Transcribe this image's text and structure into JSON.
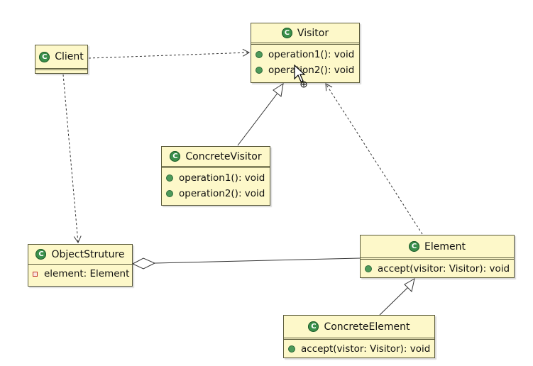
{
  "classes": {
    "visitor": {
      "name": "Visitor",
      "methods": [
        "operation1(): void",
        "operation2(): void"
      ]
    },
    "client": {
      "name": "Client"
    },
    "concrete_visitor": {
      "name": "ConcreteVisitor",
      "methods": [
        "operation1(): void",
        "operation2(): void"
      ]
    },
    "object_structure": {
      "name": "ObjectStruture",
      "attributes": [
        "element: Element"
      ]
    },
    "element": {
      "name": "Element",
      "methods": [
        "accept(visitor: Visitor): void"
      ]
    },
    "concrete_element": {
      "name": "ConcreteElement",
      "methods": [
        "accept(vistor: Visitor): void"
      ]
    }
  },
  "icons": {
    "class_icon_glyph": "C",
    "class_icon_color": "#3a8f4a",
    "method_dot_color": "#4d9a5a",
    "private_field_color": "#c0392b"
  },
  "relations": [
    {
      "from": "Client",
      "to": "Visitor",
      "type": "dependency"
    },
    {
      "from": "Client",
      "to": "ObjectStruture",
      "type": "dependency"
    },
    {
      "from": "ConcreteVisitor",
      "to": "Visitor",
      "type": "generalization"
    },
    {
      "from": "Element",
      "to": "Visitor",
      "type": "dependency"
    },
    {
      "from": "ObjectStruture",
      "to": "Element",
      "type": "aggregation"
    },
    {
      "from": "ConcreteElement",
      "to": "Element",
      "type": "generalization"
    }
  ]
}
